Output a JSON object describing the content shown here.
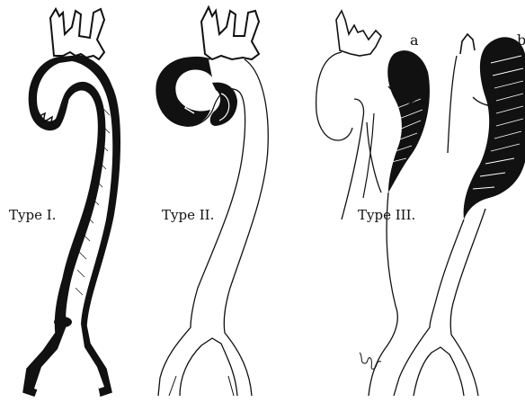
{
  "labels": {
    "type1": "Type I.",
    "type2": "Type II.",
    "type3": "Type III.",
    "sub_a": "a",
    "sub_b": "b"
  },
  "colors": {
    "ink": "#111111",
    "background": "#ffffff"
  },
  "icons": {
    "aorta": "aorta-drawing-icon",
    "dissection": "dissection-lumen-icon"
  }
}
